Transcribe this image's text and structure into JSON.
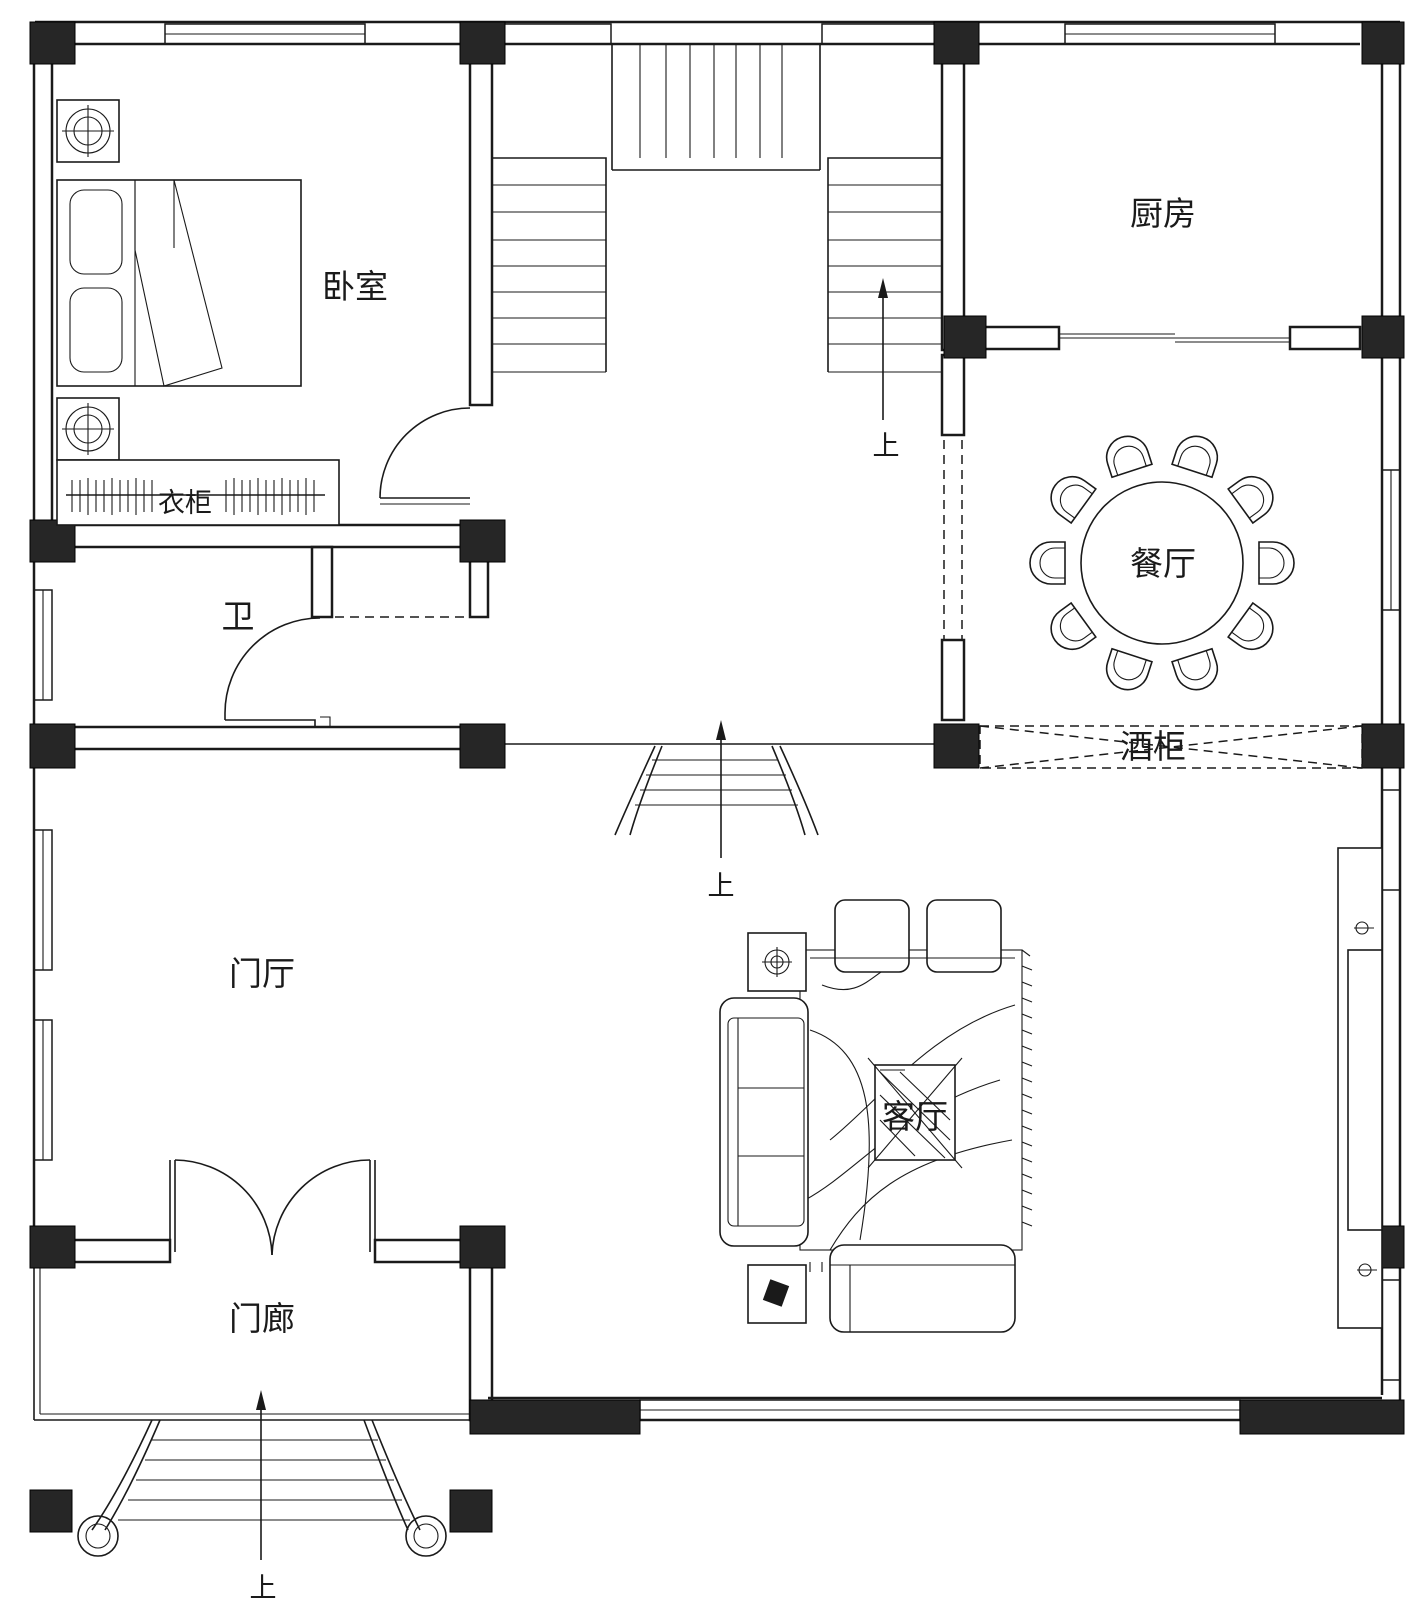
{
  "rooms": {
    "bedroom": "卧室",
    "wardrobe": "衣柜",
    "bath": "卫",
    "kitchen": "厨房",
    "dining": "餐厅",
    "wine_cabinet": "酒柜",
    "hall": "门厅",
    "porch": "门廊",
    "living": "客厅"
  },
  "stair_labels": {
    "main_stair": "上",
    "hall_step": "上",
    "entry_step": "上"
  }
}
